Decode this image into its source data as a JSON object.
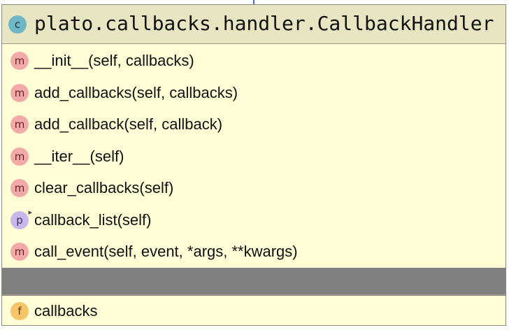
{
  "class": {
    "badge": "c",
    "name": "plato.callbacks.handler.CallbackHandler"
  },
  "members": [
    {
      "kind": "method",
      "badge": "m",
      "label": "__init__(self, callbacks)"
    },
    {
      "kind": "method",
      "badge": "m",
      "label": "add_callbacks(self, callbacks)"
    },
    {
      "kind": "method",
      "badge": "m",
      "label": "add_callback(self, callback)"
    },
    {
      "kind": "method",
      "badge": "m",
      "label": "__iter__(self)"
    },
    {
      "kind": "method",
      "badge": "m",
      "label": "clear_callbacks(self)"
    },
    {
      "kind": "property",
      "badge": "p",
      "label": "callback_list(self)"
    },
    {
      "kind": "method",
      "badge": "m",
      "label": "call_event(self, event, *args, **kwargs)"
    }
  ],
  "fields": [
    {
      "kind": "field",
      "badge": "f",
      "label": "callbacks"
    }
  ],
  "colors": {
    "background": "#fefdd6",
    "header": "#e8e6c2",
    "separator": "#808080",
    "class_badge": "#6fb7c6",
    "method_badge": "#f4a9a9",
    "property_badge": "#c9b7ea",
    "field_badge": "#f6c56a"
  },
  "icons": {
    "class": "class-icon",
    "method": "method-icon",
    "property": "property-icon",
    "field": "field-icon"
  }
}
